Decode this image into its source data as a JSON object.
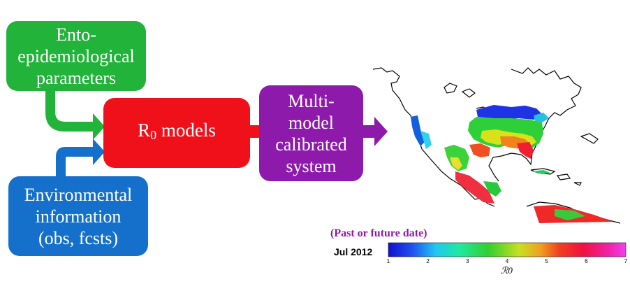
{
  "boxes": {
    "ento": {
      "lines": [
        "Ento-",
        "epidemiological",
        "parameters"
      ],
      "color": "#22b33a"
    },
    "r0": {
      "main": "R",
      "sub": "0",
      "rest": " models",
      "color": "#f0101a"
    },
    "multi": {
      "lines": [
        "Multi-",
        "model",
        "calibrated",
        "system"
      ],
      "color": "#8e1aab"
    },
    "env": {
      "lines": [
        "Environmental",
        "information",
        "(obs, fcsts)"
      ],
      "color": "#1570cc"
    }
  },
  "map": {
    "past_label": "(Past or future date)",
    "date": "Jul 2012",
    "colorbar": {
      "ticks": [
        "1",
        "2",
        "3",
        "4",
        "5",
        "6",
        "7"
      ],
      "min": 1,
      "max": 7,
      "label": "ℛ0"
    }
  }
}
